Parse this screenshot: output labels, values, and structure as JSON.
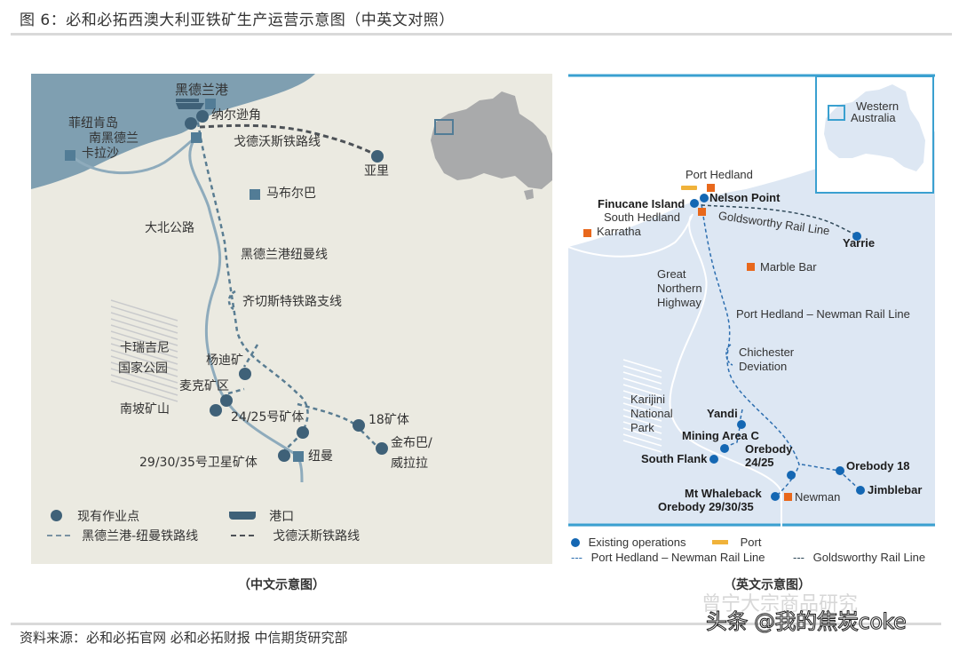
{
  "figure": {
    "title": "图 6：必和必拓西澳大利亚铁矿生产运营示意图（中英文对照）",
    "source": "资料来源：必和必拓官网 必和必拓财报 中信期货研究部",
    "watermark": "头条 @我的焦炭coke",
    "watermark_faint": "曾宁大宗商品研究"
  },
  "colors": {
    "cn_sea": "#7f9fb1",
    "cn_land": "#ebeae1",
    "cn_marker": "#3f6178",
    "cn_square": "#527c96",
    "cn_road": "#8eabbc",
    "cn_rail": "#5a7d92",
    "en_sea": "#ffffff",
    "en_land": "#dde7f3",
    "en_marker": "#1467b3",
    "en_square": "#e8681c",
    "en_port": "#f0b23a",
    "en_border": "#3aa0d0"
  },
  "cn_map": {
    "caption": "（中文示意图）",
    "labels": {
      "port_hedland": "黑德兰港",
      "nelson_point": "纳尔逊角",
      "finucane": "菲纽肯岛",
      "south_hedland": "南黑德兰",
      "karratha": "卡拉沙",
      "goldsworthy": "戈德沃斯铁路线",
      "yarrie": "亚里",
      "marble_bar": "马布尔巴",
      "highway": "大北公路",
      "newman_line": "黑德兰港纽曼线",
      "chichester": "齐切斯特铁路支线",
      "karijini_1": "卡瑞吉尼",
      "karijini_2": "国家公园",
      "yandi": "杨迪矿",
      "mac": "麦克矿区",
      "south_flank": "南坡矿山",
      "ob2425": "24/25号矿体",
      "ob18": "18矿体",
      "jimblebar_1": "金布巴/",
      "jimblebar_2": "威拉拉",
      "ob293035": "29/30/35号卫星矿体",
      "newman": "纽曼"
    },
    "legend": {
      "operations": "现有作业点",
      "port": "港口",
      "newman_rail": "黑德兰港-纽曼铁路线",
      "goldsworthy_rail": "戈德沃斯铁路线"
    }
  },
  "en_map": {
    "caption": "（英文示意图）",
    "inset": {
      "line1": "Western",
      "line2": "Australia"
    },
    "labels": {
      "port_hedland": "Port Hedland",
      "nelson_point": "Nelson Point",
      "finucane": "Finucane Island",
      "south_hedland": "South Hedland",
      "karratha": "Karratha",
      "goldsworthy": "Goldsworthy Rail Line",
      "yarrie": "Yarrie",
      "marble_bar": "Marble Bar",
      "highway_1": "Great",
      "highway_2": "Northern",
      "highway_3": "Highway",
      "newman_line": "Port Hedland – Newman Rail Line",
      "chichester_1": "Chichester",
      "chichester_2": "Deviation",
      "karijini_1": "Karijini",
      "karijini_2": "National",
      "karijini_3": "Park",
      "yandi": "Yandi",
      "mac": "Mining Area C",
      "south_flank": "South Flank",
      "ob2425_1": "Orebody",
      "ob2425_2": "24/25",
      "ob18": "Orebody 18",
      "jimblebar": "Jimblebar",
      "whaleback": "Mt Whaleback",
      "ob293035": "Orebody 29/30/35",
      "newman": "Newman"
    },
    "legend": {
      "operations": "Existing operations",
      "port": "Port",
      "dash": "---",
      "newman_rail": "Port Hedland – Newman Rail Line",
      "goldsworthy_rail": "Goldsworthy Rail Line"
    }
  }
}
